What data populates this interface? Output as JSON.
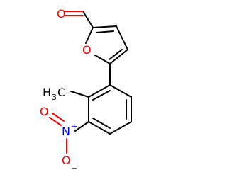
{
  "molecule": {
    "atoms": {
      "oxygen_aldehyde": "O",
      "oxygen_furan": "O",
      "methyl_h": "H",
      "methyl_sub": "3",
      "methyl_c": "C",
      "nitro_n": "N",
      "nitro_n_charge": "+",
      "nitro_o_top": "O",
      "nitro_o_bottom": "O",
      "nitro_o_charge": "−"
    }
  },
  "colors": {
    "bond": "#000000",
    "oxygen": "#ff0000",
    "nitrogen": "#0000ff",
    "carbon": "#000000"
  }
}
